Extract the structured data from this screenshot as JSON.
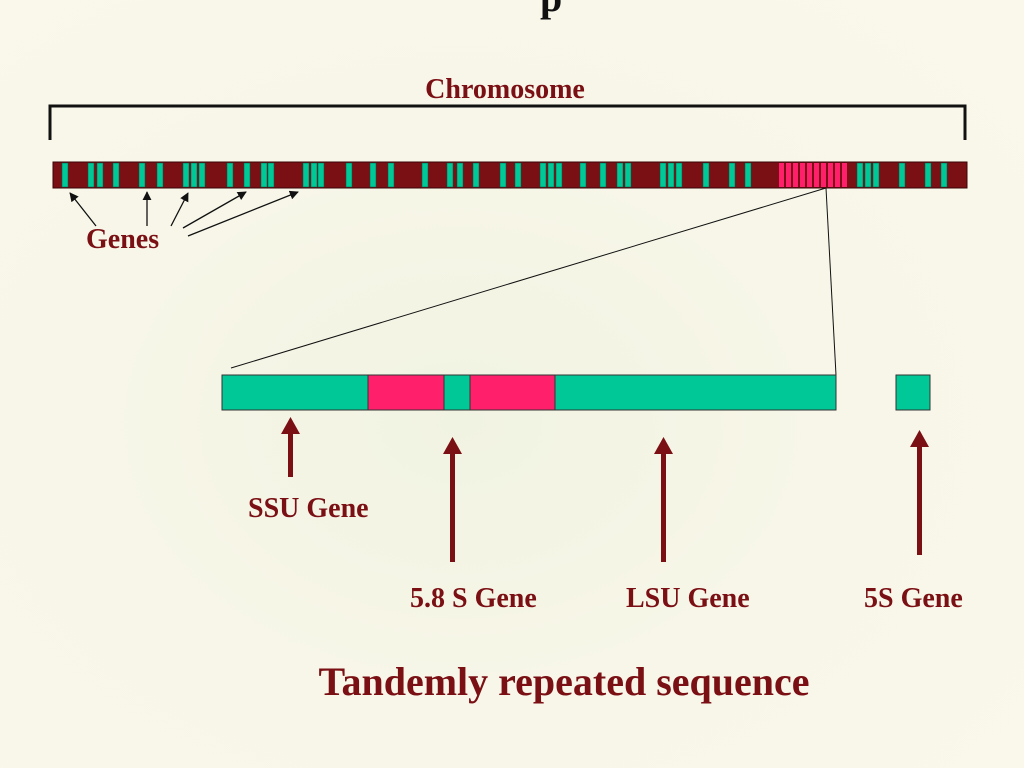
{
  "slide": {
    "title_fragment": "p",
    "chromosome_label": "Chromosome",
    "genes_label": "Genes",
    "ssu_label": "SSU Gene",
    "s58_label": "5.8 S Gene",
    "lsu_label": "LSU Gene",
    "s5_label": "5S Gene",
    "caption": "Tandemly repeated sequence"
  },
  "colors": {
    "chromosome_fill": "#7a0f14",
    "gene_band": "#00c896",
    "rdna_band": "#ff1f6a",
    "label_text": "#7a0f14",
    "arrow": "#7a0f14"
  }
}
